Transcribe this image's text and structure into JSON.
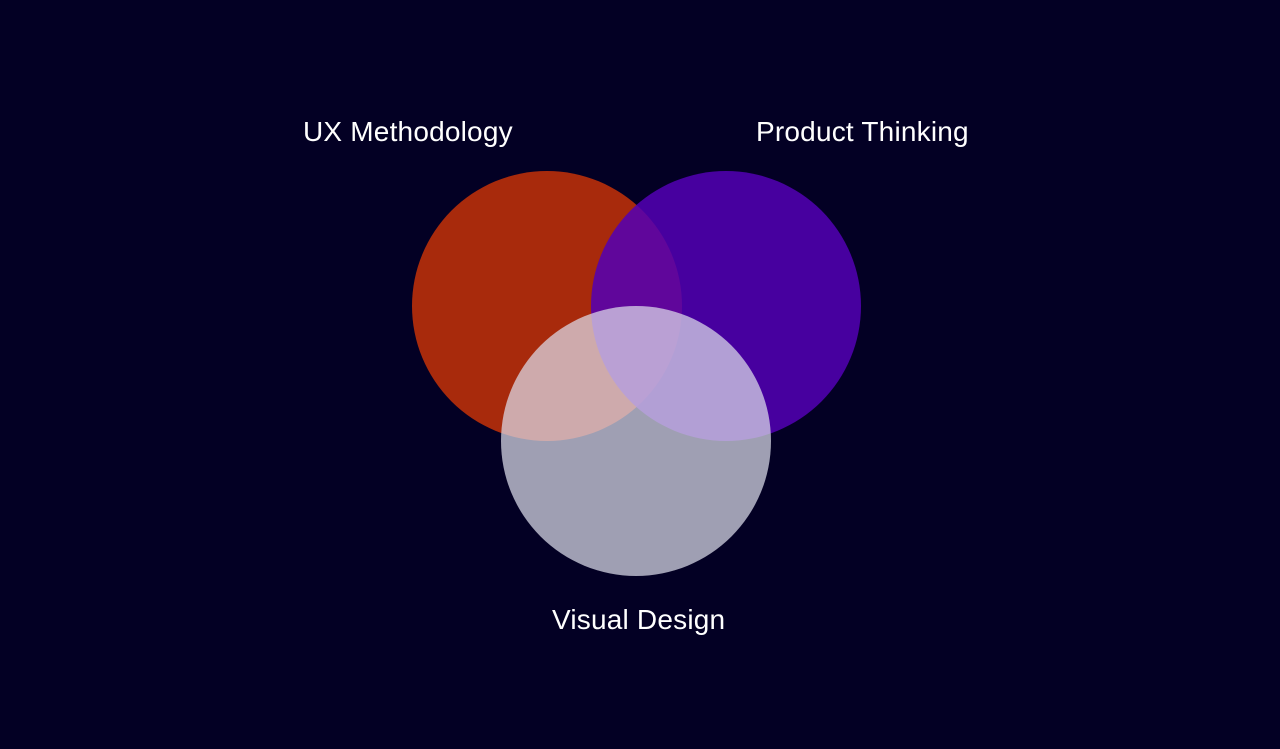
{
  "diagram": {
    "sets": [
      {
        "id": "ux",
        "label": "UX Methodology",
        "color": "#A82A0C"
      },
      {
        "id": "product",
        "label": "Product Thinking",
        "color": "#5400B5"
      },
      {
        "id": "visual",
        "label": "Visual Design",
        "color": "#DCDCEA"
      }
    ],
    "background": "#030024"
  }
}
